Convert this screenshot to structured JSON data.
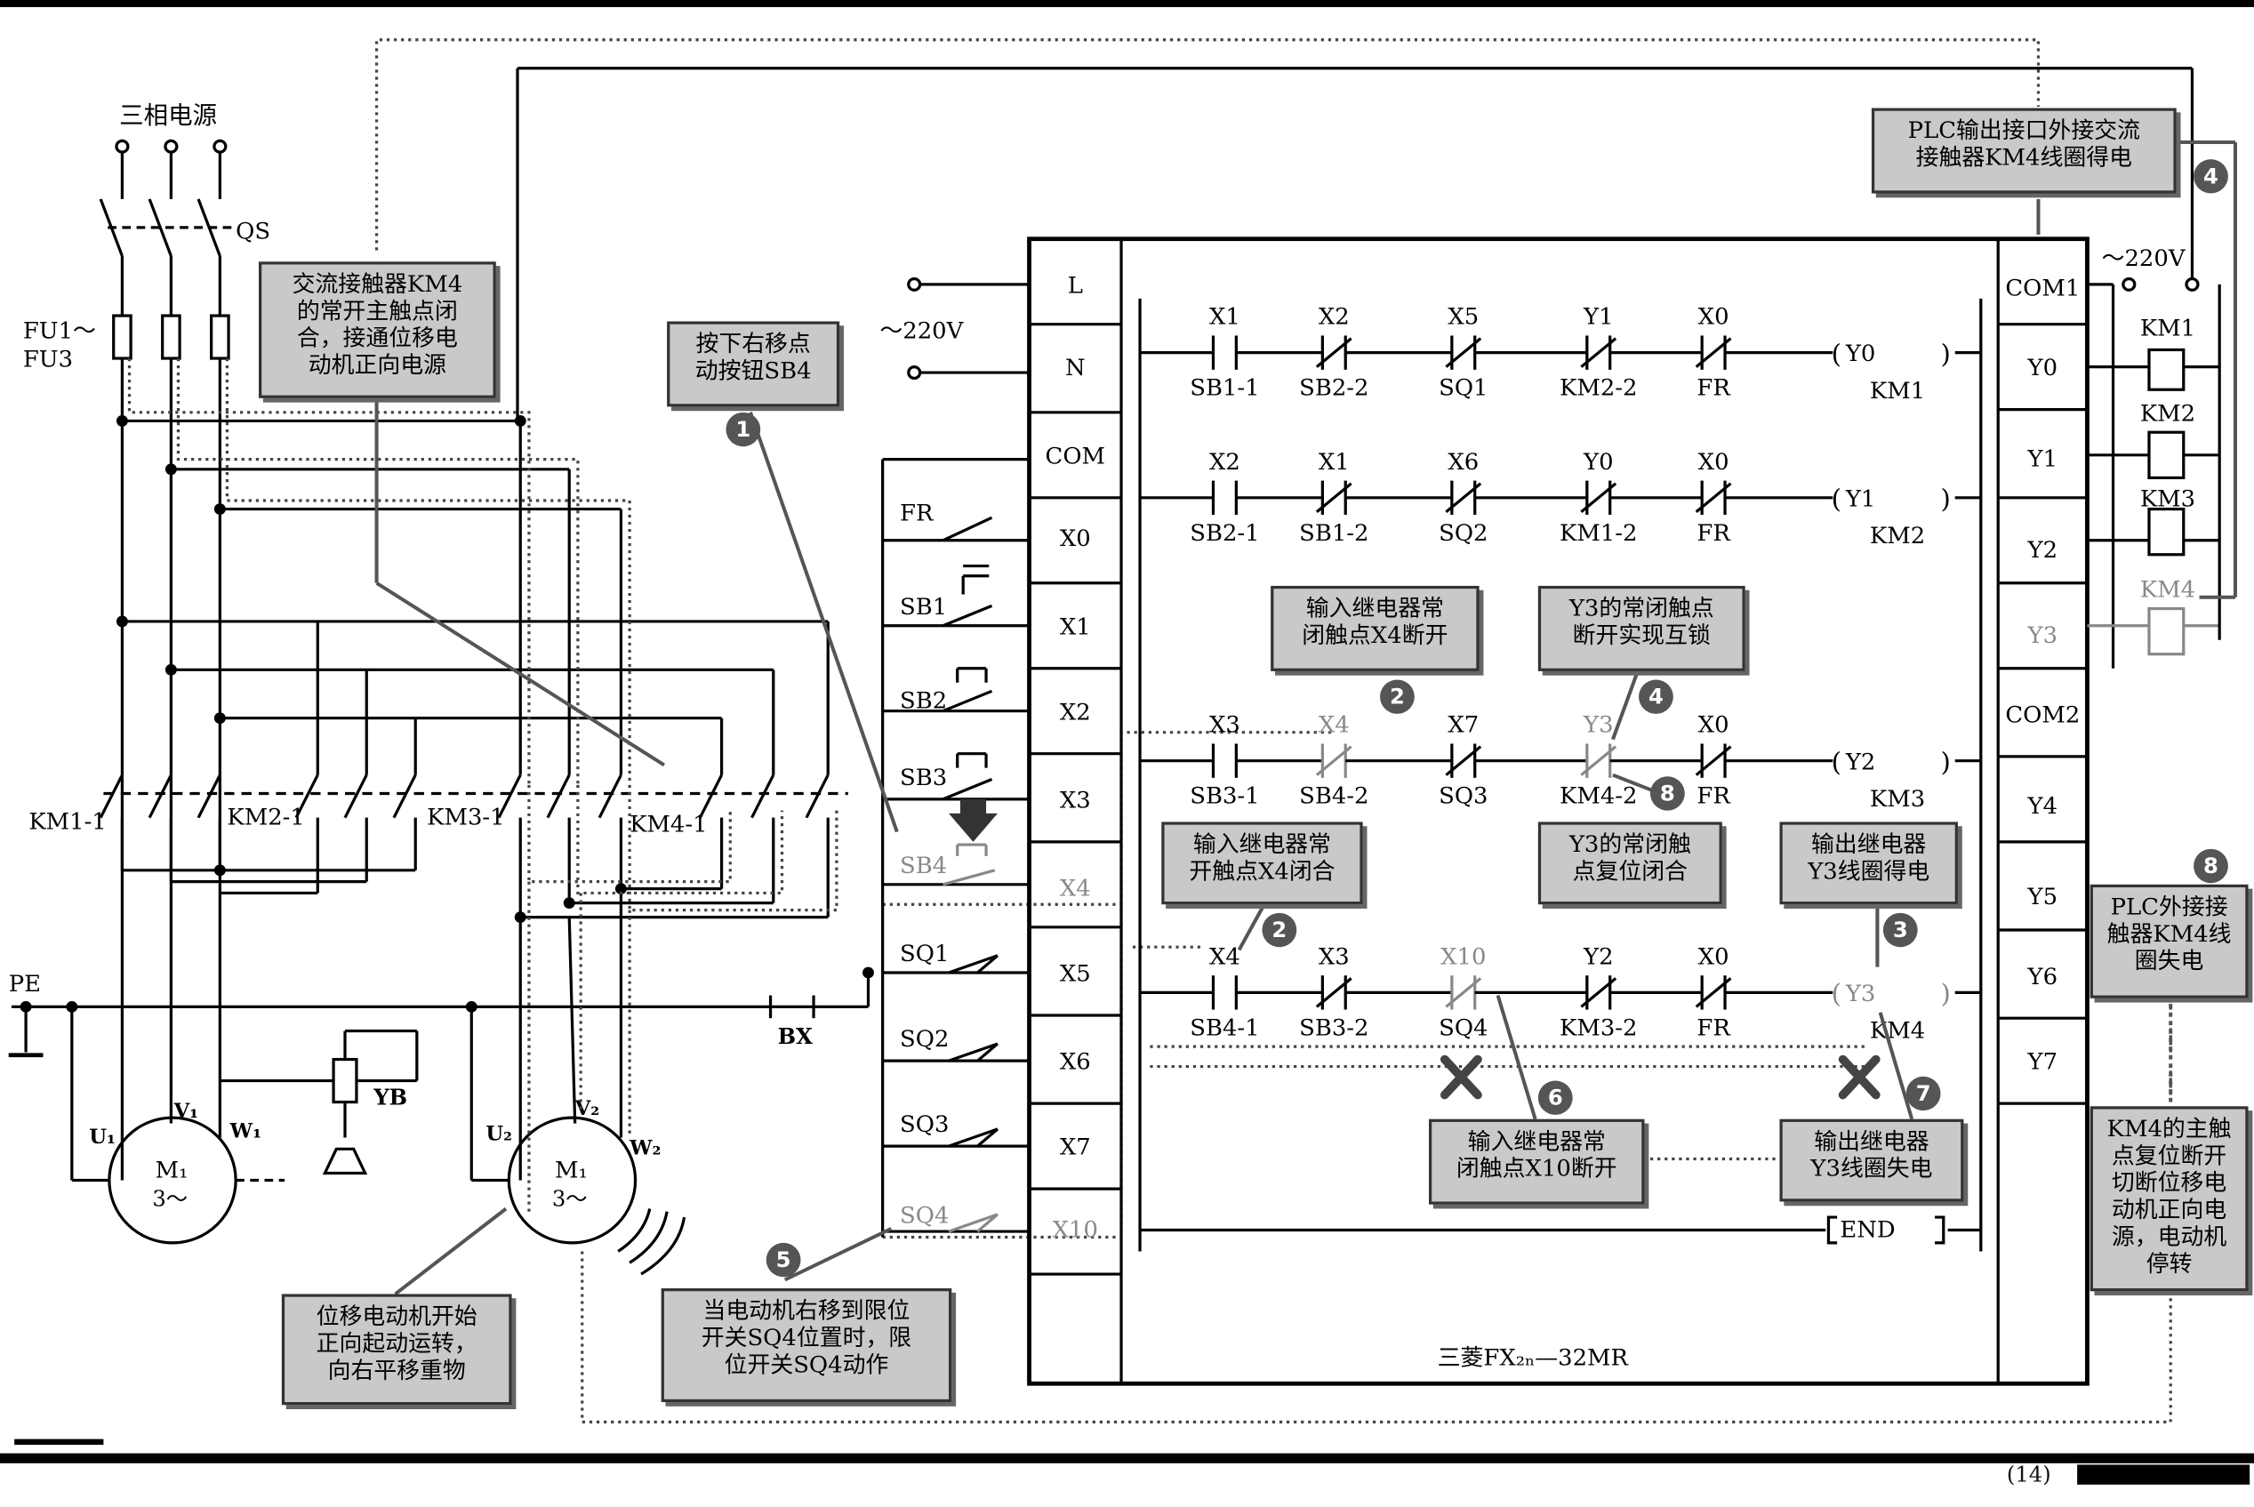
{
  "power": {
    "title": "三相电源",
    "qs": "QS",
    "fuse": "FU1～\nFU3",
    "pe": "PE",
    "bx": "BX",
    "yb": "YB"
  },
  "contactors": {
    "km1": "KM1-1",
    "km2": "KM2-1",
    "km3": "KM3-1",
    "km4": "KM4-1"
  },
  "motors": {
    "m1": {
      "name": "M₁",
      "phase": "3～",
      "u": "U₁",
      "v": "V₁",
      "w": "W₁"
    },
    "m2": {
      "name": "M₁",
      "phase": "3～",
      "u": "U₂",
      "v": "V₂",
      "w": "W₂"
    }
  },
  "plc": {
    "model": "三菱FX₂ₙ—32MR",
    "left_terminals": [
      "L",
      "N",
      "COM",
      "X0",
      "X1",
      "X2",
      "X3",
      "X4",
      "X5",
      "X6",
      "X7",
      "X10"
    ],
    "right_terminals": [
      "COM1",
      "Y0",
      "Y1",
      "Y2",
      "Y3",
      "COM2",
      "Y4",
      "Y5",
      "Y6",
      "Y7"
    ],
    "supply_left": "～220V",
    "supply_right": "～220V",
    "inputs": [
      "FR",
      "SB1",
      "SB2",
      "SB3",
      "SB4",
      "SQ1",
      "SQ2",
      "SQ3",
      "SQ4"
    ],
    "coils": [
      "KM1",
      "KM2",
      "KM3",
      "KM4"
    ]
  },
  "ladder": [
    {
      "contacts": [
        {
          "top": "X1",
          "bottom": "SB1-1"
        },
        {
          "top": "X2",
          "bottom": "SB2-2"
        },
        {
          "top": "X5",
          "bottom": "SQ1"
        },
        {
          "top": "Y1",
          "bottom": "KM2-2"
        },
        {
          "top": "X0",
          "bottom": "FR"
        }
      ],
      "coil": "Y0",
      "coil_label": "KM1"
    },
    {
      "contacts": [
        {
          "top": "X2",
          "bottom": "SB2-1"
        },
        {
          "top": "X1",
          "bottom": "SB1-2"
        },
        {
          "top": "X6",
          "bottom": "SQ2"
        },
        {
          "top": "Y0",
          "bottom": "KM1-2"
        },
        {
          "top": "X0",
          "bottom": "FR"
        }
      ],
      "coil": "Y1",
      "coil_label": "KM2"
    },
    {
      "contacts": [
        {
          "top": "X3",
          "bottom": "SB3-1"
        },
        {
          "top": "X4",
          "bottom": "SB4-2"
        },
        {
          "top": "X7",
          "bottom": "SQ3"
        },
        {
          "top": "Y3",
          "bottom": "KM4-2"
        },
        {
          "top": "X0",
          "bottom": "FR"
        }
      ],
      "coil": "Y2",
      "coil_label": "KM3"
    },
    {
      "contacts": [
        {
          "top": "X4",
          "bottom": "SB4-1"
        },
        {
          "top": "X3",
          "bottom": "SB3-2"
        },
        {
          "top": "X10",
          "bottom": "SQ4"
        },
        {
          "top": "Y2",
          "bottom": "KM3-2"
        },
        {
          "top": "X0",
          "bottom": "FR"
        }
      ],
      "coil": "Y3",
      "coil_label": "KM4"
    }
  ],
  "end_label": "END",
  "callouts": {
    "km4_main": [
      "交流接触器KM4",
      "的常开主触点闭",
      "合，接通位移电",
      "动机正向电源"
    ],
    "press_sb4": [
      "按下右移点",
      "动按钮SB4"
    ],
    "plc_out_km4": [
      "PLC输出接口外接交流",
      "接触器KM4线圈得电"
    ],
    "x4_nc_open": [
      "输入继电器常",
      "闭触点X4断开"
    ],
    "y3_nc_open": [
      "Y3的常闭触点",
      "断开实现互锁"
    ],
    "x4_no_close": [
      "输入继电器常",
      "开触点X4闭合"
    ],
    "y3_nc_reset": [
      "Y3的常闭触",
      "点复位闭合"
    ],
    "y3_coil_on": [
      "输出继电器",
      "Y3线圈得电"
    ],
    "plc_km4_off": [
      "PLC外接接",
      "触器KM4线",
      "圈失电"
    ],
    "x10_open": [
      "输入继电器常",
      "闭触点X10断开"
    ],
    "y3_coil_off": [
      "输出继电器",
      "Y3线圈失电"
    ],
    "km4_reset": [
      "KM4的主触",
      "点复位断开",
      "切断位移电",
      "动机正向电",
      "源，电动机",
      "停转"
    ],
    "sq4_act": [
      "当电动机右移到限位",
      "开关SQ4位置时，限",
      "位开关SQ4动作"
    ],
    "motor_start": [
      "位移电动机开始",
      "正向起动运转，",
      "向右平移重物"
    ]
  },
  "steps": [
    "1",
    "2",
    "2",
    "3",
    "4",
    "4",
    "5",
    "6",
    "7",
    "8",
    "8"
  ],
  "page_number": "(14)"
}
